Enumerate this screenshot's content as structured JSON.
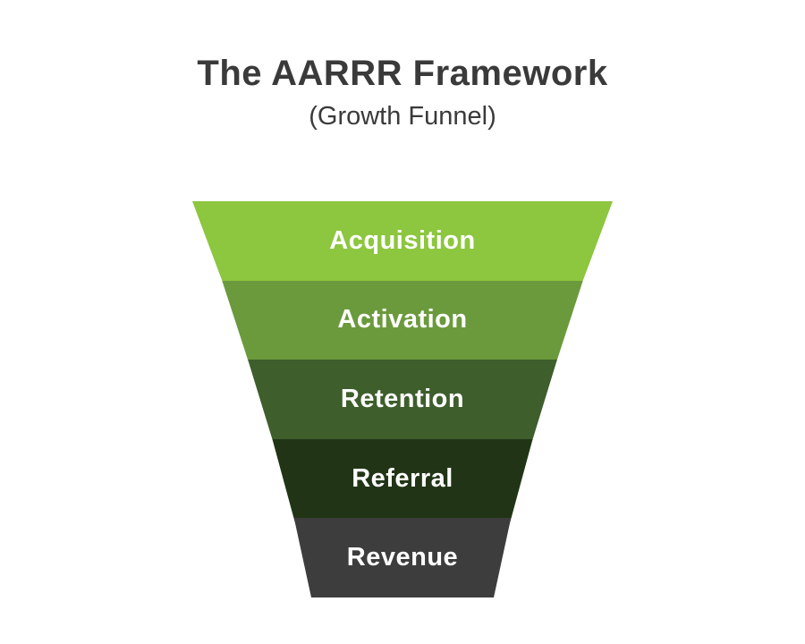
{
  "header": {
    "title": "The AARRR Framework",
    "subtitle": "(Growth Funnel)"
  },
  "funnel": {
    "label_color": "#ffffff",
    "stages": [
      {
        "label": "Acquisition",
        "color": "#8dc63f"
      },
      {
        "label": "Activation",
        "color": "#6b9a3d"
      },
      {
        "label": "Retention",
        "color": "#3e5e2c"
      },
      {
        "label": "Referral",
        "color": "#213516"
      },
      {
        "label": "Revenue",
        "color": "#3d3d3d"
      }
    ]
  }
}
